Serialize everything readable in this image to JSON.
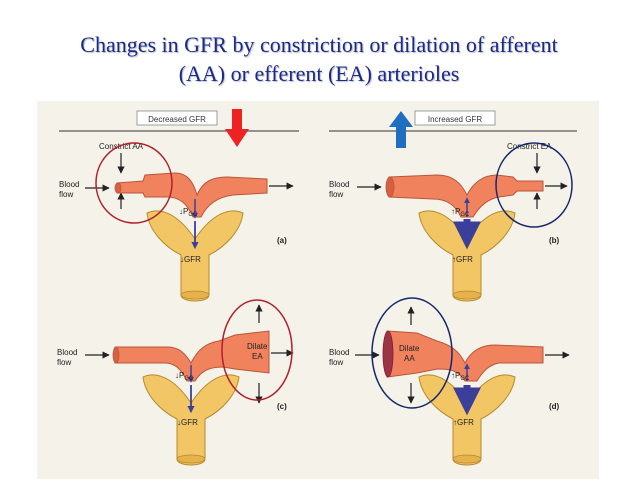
{
  "title": {
    "line1": "Changes in GFR by constriction or dilation of afferent",
    "line2": "(AA) or efferent (EA) arterioles"
  },
  "panels": {
    "a": {
      "header": "Decreased GFR",
      "action": "Constrict AA",
      "blood": [
        "Blood",
        "flow"
      ],
      "pgc": "↓P",
      "pgc_sub": "GC",
      "gfr": "↓GFR",
      "tag": "(a)"
    },
    "b": {
      "header": "Increased GFR",
      "action": "Constrict EA",
      "blood": [
        "Blood",
        "flow"
      ],
      "pgc": "↑P",
      "pgc_sub": "GC",
      "gfr": "↑GFR",
      "tag": "(b)"
    },
    "c": {
      "action": [
        "Dilate",
        "EA"
      ],
      "blood": [
        "Blood",
        "flow"
      ],
      "pgc": "↓P",
      "pgc_sub": "GC",
      "gfr": "↓GFR",
      "tag": "(c)"
    },
    "d": {
      "action": [
        "Dilate",
        "AA"
      ],
      "blood": [
        "Blood",
        "flow"
      ],
      "pgc": "↑P",
      "pgc_sub": "GC",
      "gfr": "↑GFR",
      "tag": "(d)"
    }
  },
  "colors": {
    "title": "#1a2a8a",
    "vessel": "#f0825e",
    "vessel_edge": "#b8563a",
    "capsule": "#f2c665",
    "capsule_edge": "#b68a2e",
    "decrease_arrow": "#ee2222",
    "increase_arrow": "#1f6fc0",
    "pressure_arrow": "#3a3f9a",
    "circle_red": "#b0202a",
    "circle_navy": "#16286a"
  },
  "icons": {
    "decrease": "red-down-arrow-icon",
    "increase": "blue-up-arrow-icon"
  }
}
